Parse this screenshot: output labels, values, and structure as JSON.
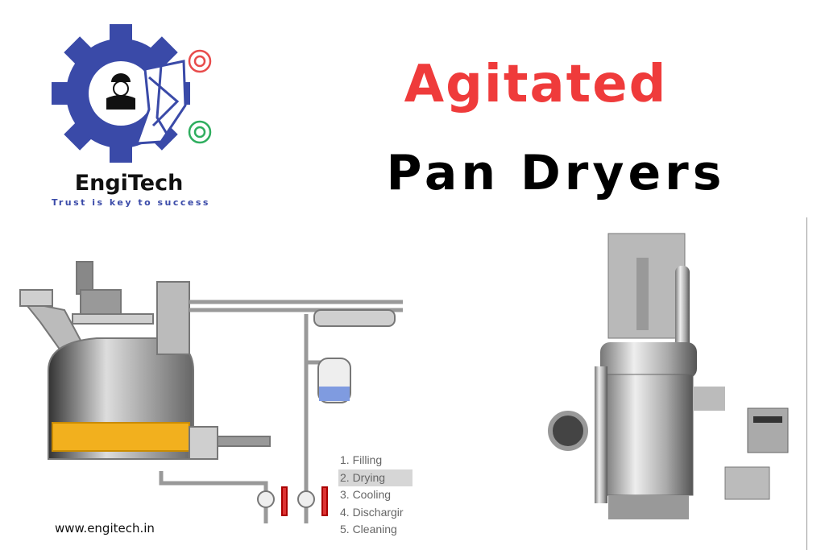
{
  "logo": {
    "brand": "EngiTech",
    "tagline": "Trust is key to success",
    "colors": {
      "gear": "#3a4aa8",
      "red_gear": "#e84c4c",
      "green_gear": "#2fae5f"
    }
  },
  "title": {
    "line1": "Agitated",
    "line2": "Pan Dryers",
    "accent": "#ef3b3b"
  },
  "diagram": {
    "steps": [
      "1. Filling",
      "2. Drying",
      "3. Cooling",
      "4. Dischargir",
      "5. Cleaning"
    ],
    "highlighted_step": 1
  },
  "footer": {
    "website": "www.engitech.in"
  }
}
